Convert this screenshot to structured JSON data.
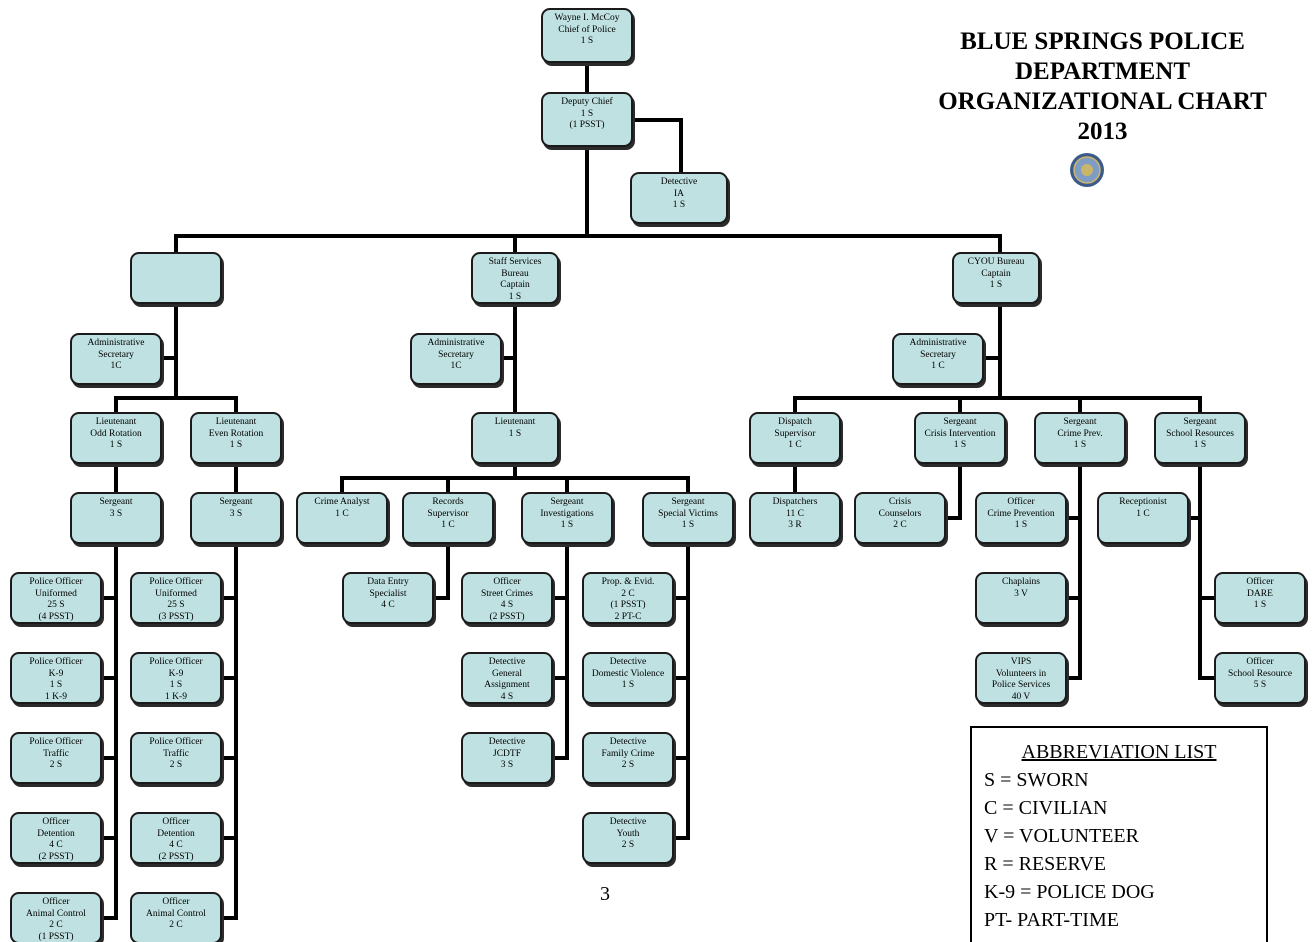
{
  "title": "BLUE SPRINGS POLICE\nDEPARTMENT\nORGANIZATIONAL CHART\n2013",
  "seal_icon": "police-seal-icon",
  "page_number": "3",
  "abbreviations": {
    "title": "ABBREVIATION LIST",
    "items": [
      "S = SWORN",
      "C = CIVILIAN",
      "V = VOLUNTEER",
      "R = RESERVE",
      "K-9 = POLICE DOG",
      "PT- PART-TIME"
    ]
  },
  "colors": {
    "box_fill": "#bfe1e1",
    "line": "#000000"
  },
  "nodes": [
    {
      "id": "chief",
      "text": "Wayne I. McCoy\nChief of Police\n1 S"
    },
    {
      "id": "deputy",
      "text": "Deputy Chief\n1 S\n(1 PSST)"
    },
    {
      "id": "ia",
      "text": "Detective\nIA\n1 S"
    },
    {
      "id": "ops",
      "text": ""
    },
    {
      "id": "staff",
      "text": "Staff Services\nBureau\nCaptain\n1 S"
    },
    {
      "id": "cyou",
      "text": "CYOU Bureau\nCaptain\n1 S"
    },
    {
      "id": "adm1",
      "text": "Administrative\nSecretary\n1C"
    },
    {
      "id": "adm2",
      "text": "Administrative\nSecretary\n1C"
    },
    {
      "id": "adm3",
      "text": "Administrative\nSecretary\n1 C"
    },
    {
      "id": "lt_odd",
      "text": "Lieutenant\nOdd Rotation\n1 S"
    },
    {
      "id": "lt_even",
      "text": "Lieutenant\nEven Rotation\n1 S"
    },
    {
      "id": "lt_staff",
      "text": "Lieutenant\n1 S"
    },
    {
      "id": "dispatch_sup",
      "text": "Dispatch\nSupervisor\n1 C"
    },
    {
      "id": "sgt_crisis",
      "text": "Sergeant\nCrisis Intervention\n1 S"
    },
    {
      "id": "sgt_crime",
      "text": "Sergeant\nCrime Prev.\n1 S"
    },
    {
      "id": "sgt_school",
      "text": "Sergeant\nSchool Resources\n1 S"
    },
    {
      "id": "sgt_odd",
      "text": "Sergeant\n3 S"
    },
    {
      "id": "sgt_even",
      "text": "Sergeant\n3 S"
    },
    {
      "id": "analyst",
      "text": "Crime Analyst\n1 C"
    },
    {
      "id": "records",
      "text": "Records\nSupervisor\n1 C"
    },
    {
      "id": "sgt_inv",
      "text": "Sergeant\nInvestigations\n1 S"
    },
    {
      "id": "sgt_sv",
      "text": "Sergeant\nSpecial Victims\n1 S"
    },
    {
      "id": "dispatchers",
      "text": "Dispatchers\n11 C\n3 R"
    },
    {
      "id": "counselors",
      "text": "Crisis\nCounselors\n2 C"
    },
    {
      "id": "off_cp",
      "text": "Officer\nCrime Prevention\n1 S"
    },
    {
      "id": "receptionist",
      "text": "Receptionist\n1 C"
    },
    {
      "id": "po_uni_l",
      "text": "Police Officer\nUniformed\n25 S\n(4 PSST)"
    },
    {
      "id": "po_uni_r",
      "text": "Police Officer\nUniformed\n25 S\n(3 PSST)"
    },
    {
      "id": "data_entry",
      "text": "Data Entry\nSpecialist\n4 C"
    },
    {
      "id": "off_street",
      "text": "Officer\nStreet Crimes\n4 S\n(2 PSST)"
    },
    {
      "id": "prop",
      "text": "Prop. & Evid.\n2 C\n(1 PSST)\n2 PT-C"
    },
    {
      "id": "chaplains",
      "text": "Chaplains\n3 V"
    },
    {
      "id": "dare",
      "text": "Officer\nDARE\n1 S"
    },
    {
      "id": "k9_l",
      "text": "Police Officer\nK-9\n1 S\n1 K-9"
    },
    {
      "id": "k9_r",
      "text": "Police Officer\nK-9\n1 S\n1 K-9"
    },
    {
      "id": "det_gen",
      "text": "Detective\nGeneral\nAssignment\n4 S"
    },
    {
      "id": "det_dv",
      "text": "Detective\nDomestic Violence\n1 S"
    },
    {
      "id": "vips",
      "text": "VIPS\nVolunteers in\nPolice Services\n40 V"
    },
    {
      "id": "off_sro",
      "text": "Officer\nSchool Resource\n5 S"
    },
    {
      "id": "traffic_l",
      "text": "Police Officer\nTraffic\n2 S"
    },
    {
      "id": "traffic_r",
      "text": "Police Officer\nTraffic\n2 S"
    },
    {
      "id": "det_jcdtf",
      "text": "Detective\nJCDTF\n3 S"
    },
    {
      "id": "det_fam",
      "text": "Detective\nFamily Crime\n2 S"
    },
    {
      "id": "det_l",
      "text": "Officer\nDetention\n4 C\n(2 PSST)"
    },
    {
      "id": "det_r",
      "text": "Officer\nDetention\n4 C\n(2 PSST)"
    },
    {
      "id": "det_youth",
      "text": "Detective\nYouth\n2 S"
    },
    {
      "id": "ac_l",
      "text": "Officer\nAnimal Control\n2 C\n(1 PSST)"
    },
    {
      "id": "ac_r",
      "text": "Officer\nAnimal Control\n2 C"
    }
  ]
}
